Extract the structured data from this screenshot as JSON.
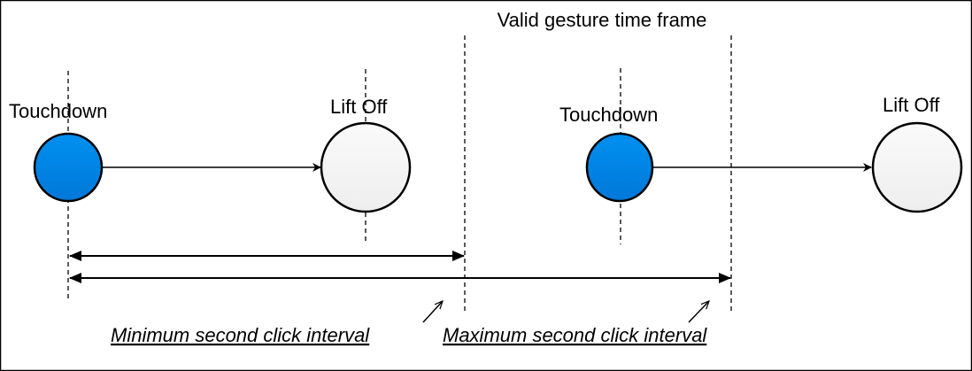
{
  "title": "Valid gesture time frame",
  "events": [
    {
      "label": "Touchdown",
      "state": "pressed"
    },
    {
      "label": "Lift Off",
      "state": "released"
    },
    {
      "label": "Touchdown",
      "state": "pressed"
    },
    {
      "label": "Lift Off",
      "state": "released"
    }
  ],
  "intervals": {
    "minimum_label": "Minimum second click interval",
    "maximum_label": "Maximum second click interval"
  },
  "colors": {
    "pressed_fill": "#0088E8",
    "released_fill": "#F4F4F4",
    "stroke": "#000000"
  }
}
